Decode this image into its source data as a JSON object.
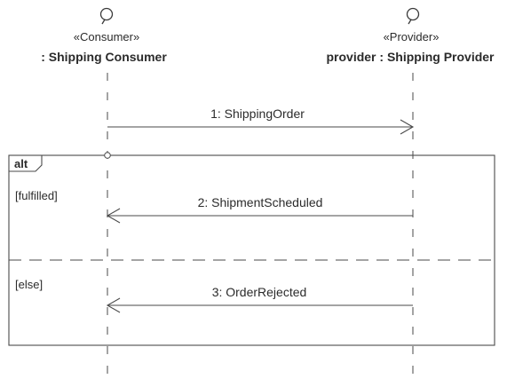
{
  "lifelines": {
    "consumer": {
      "stereotype": "«Consumer»",
      "name": ": Shipping Consumer",
      "icon": "interface-ball-icon"
    },
    "provider": {
      "stereotype": "«Provider»",
      "name": "provider : Shipping Provider",
      "icon": "interface-ball-icon"
    }
  },
  "messages": [
    {
      "number": "1",
      "label": "1: ShippingOrder",
      "from": "consumer",
      "to": "provider"
    },
    {
      "number": "2",
      "label": "2: ShipmentScheduled",
      "from": "provider",
      "to": "consumer"
    },
    {
      "number": "3",
      "label": "3: OrderRejected",
      "from": "provider",
      "to": "consumer"
    }
  ],
  "fragment": {
    "operator": "alt",
    "guards": [
      "[fulfilled]",
      "[else]"
    ]
  },
  "colors": {
    "line": "#4a4a4a",
    "text": "#2b2b2b",
    "background": "#ffffff"
  }
}
